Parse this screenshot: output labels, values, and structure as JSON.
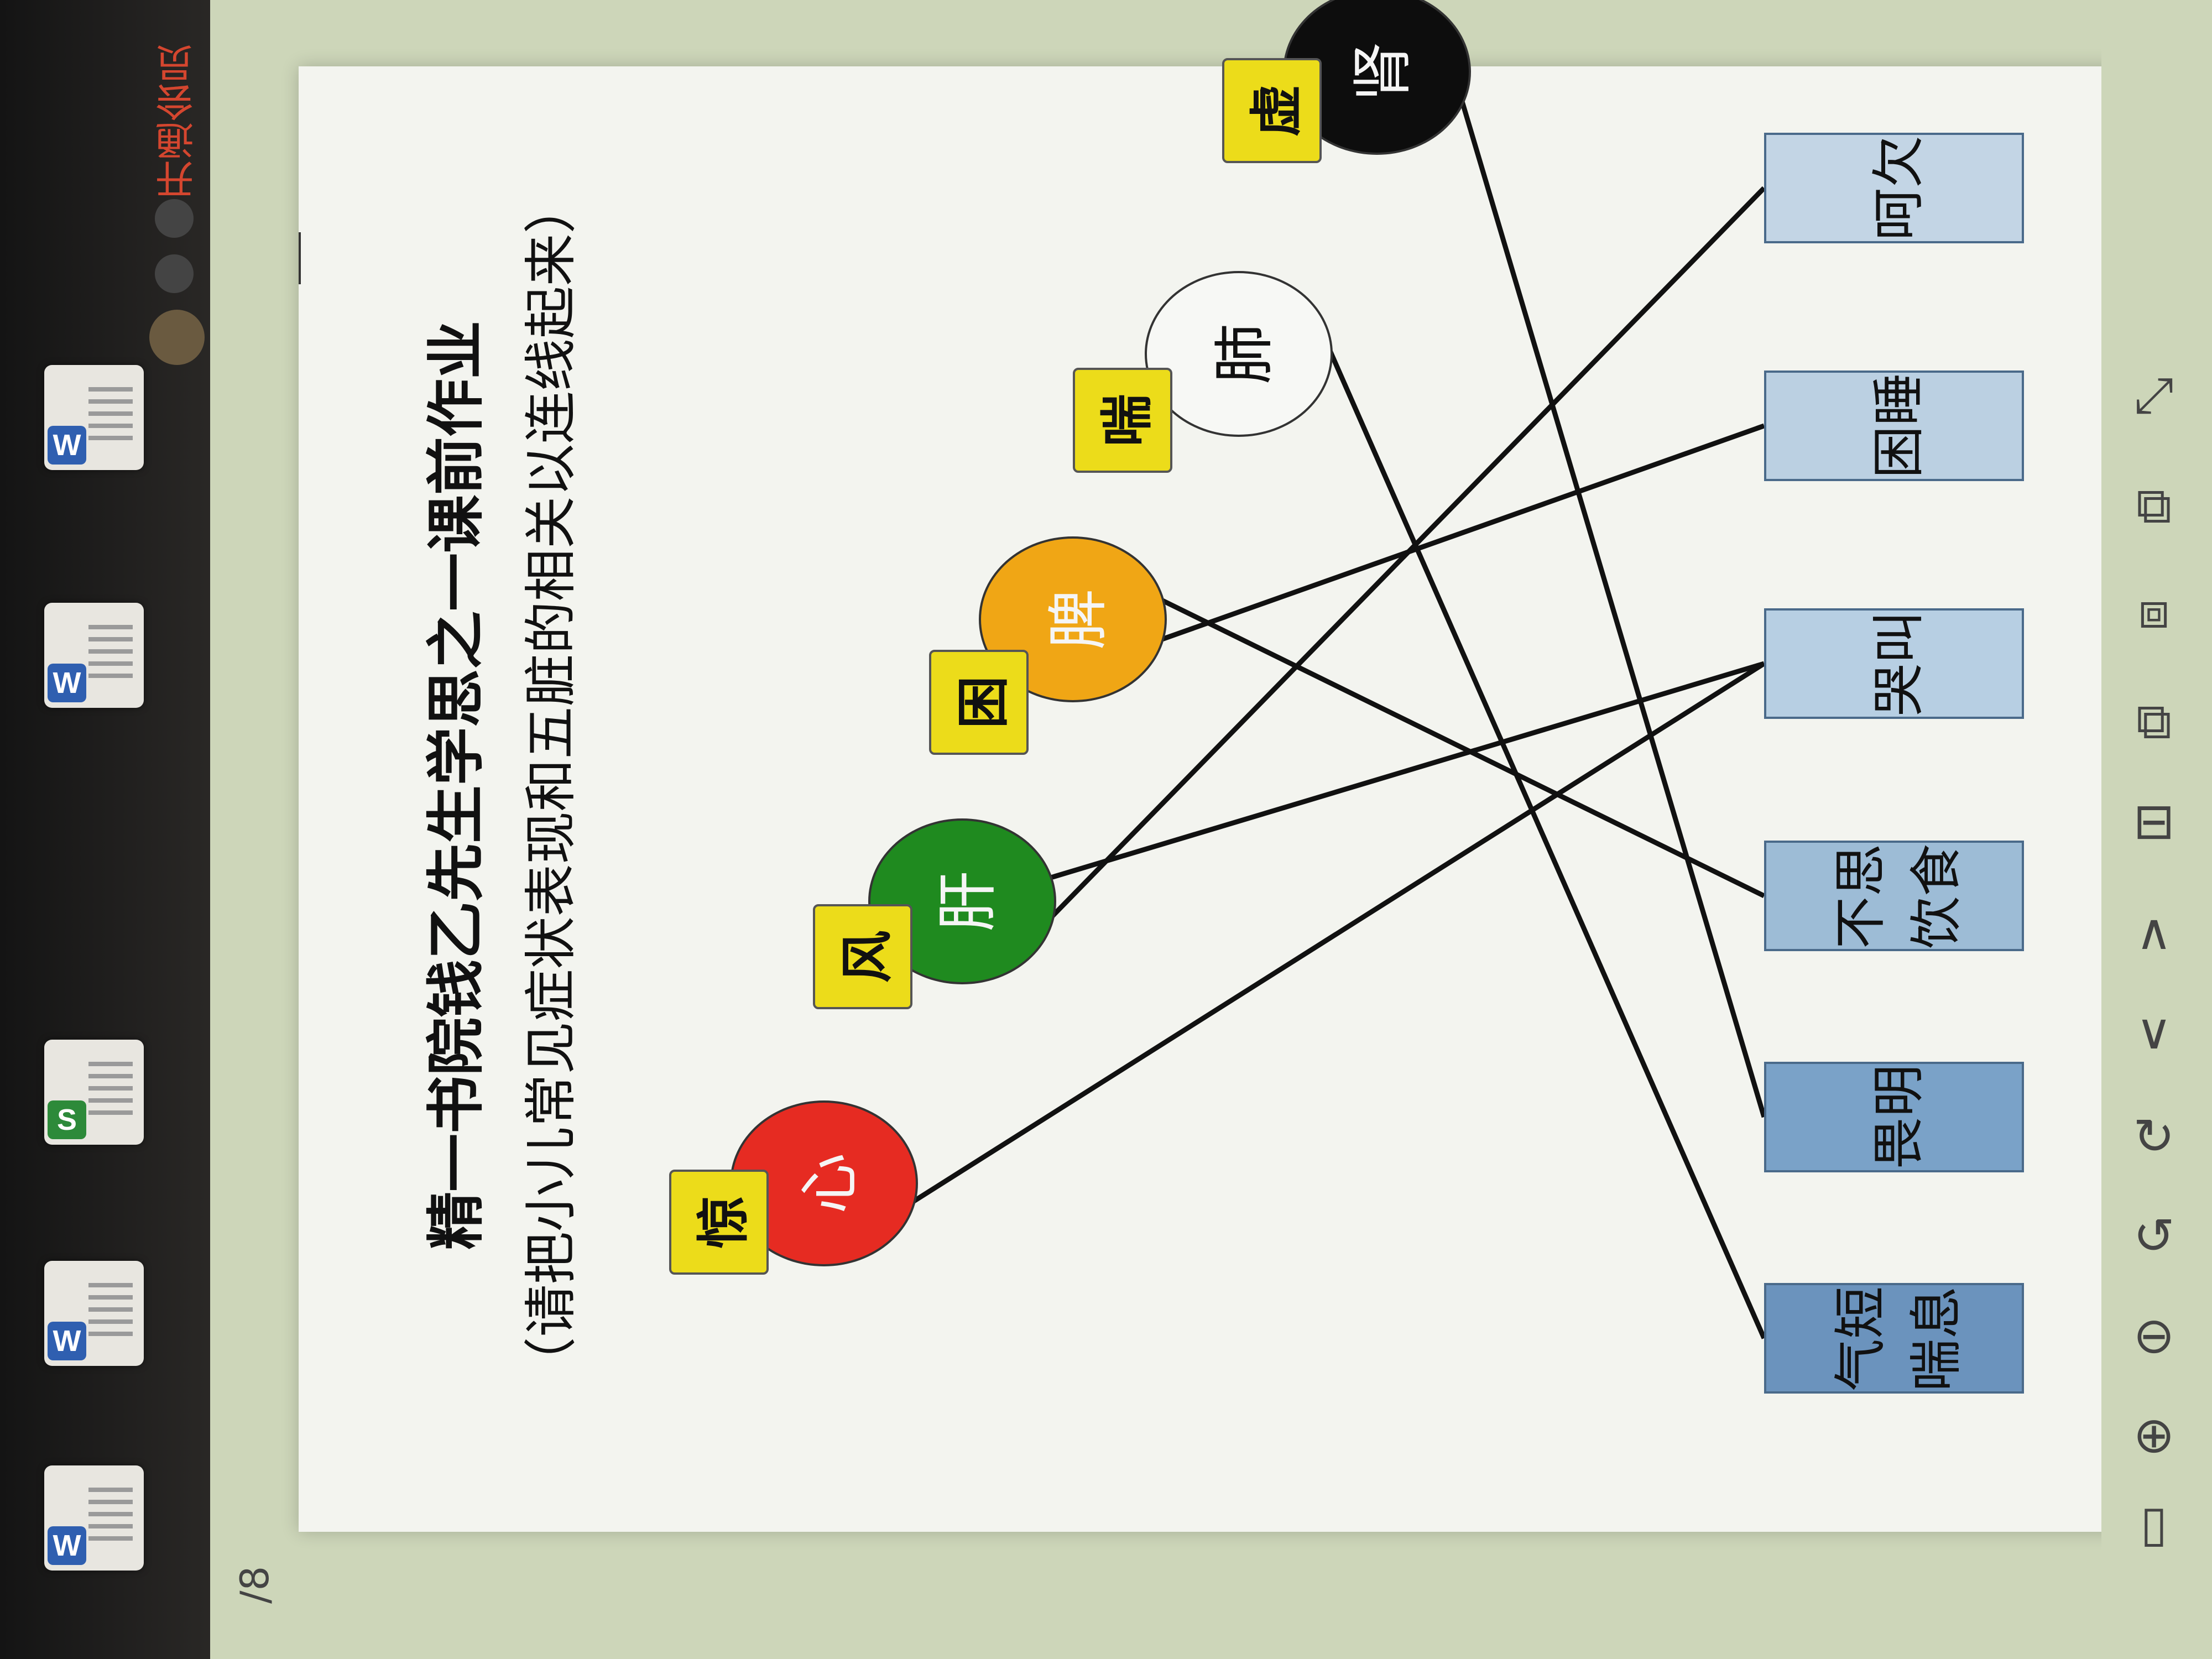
{
  "document": {
    "title": "精一书院钱乙先生学思之一课前作业",
    "subtitle": "（请把小儿常见症状表现和五脏的相关以连线起来）"
  },
  "organs": [
    {
      "label": "心",
      "tag": "惊",
      "color": "#e62b22",
      "text_color": "#f5f5f5"
    },
    {
      "label": "肝",
      "tag": "风",
      "color": "#1f8a1f",
      "text_color": "#f5f5f5"
    },
    {
      "label": "脾",
      "tag": "困",
      "color": "#f0a615",
      "text_color": "#f5f5f5"
    },
    {
      "label": "肺",
      "tag": "喘",
      "color": "#f7f8f5",
      "text_color": "#111111"
    },
    {
      "label": "肾",
      "tag": "虚",
      "color": "#0d0d0d",
      "text_color": "#f5f5f5"
    }
  ],
  "symptoms": [
    {
      "label": "气短喘息",
      "color": "#6b93bd"
    },
    {
      "label": "畏明",
      "color": "#7aa2c8"
    },
    {
      "label": "不思饮食",
      "color": "#9dbcd6"
    },
    {
      "label": "哭叫",
      "color": "#b7cfe3"
    },
    {
      "label": "困睡",
      "color": "#bbd0e2"
    },
    {
      "label": "呵欠",
      "color": "#c3d5e5"
    }
  ],
  "links": [
    {
      "organ": 0,
      "symptom": 3
    },
    {
      "organ": 1,
      "symptom": 3
    },
    {
      "organ": 1,
      "symptom": 5
    },
    {
      "organ": 2,
      "symptom": 2
    },
    {
      "organ": 2,
      "symptom": 4
    },
    {
      "organ": 3,
      "symptom": 0
    },
    {
      "organ": 4,
      "symptom": 1
    }
  ],
  "app": {
    "member_label": "开通会员",
    "page_indicator": "/8"
  },
  "taskbar_items": [
    {
      "badge": "W",
      "badge_color": "#2f5fb0"
    },
    {
      "badge": "W",
      "badge_color": "#2f5fb0"
    },
    {
      "badge": "S",
      "badge_color": "#2d8a3a"
    },
    {
      "badge": "W",
      "badge_color": "#2f5fb0"
    },
    {
      "badge": "W",
      "badge_color": "#2f5fb0"
    }
  ]
}
